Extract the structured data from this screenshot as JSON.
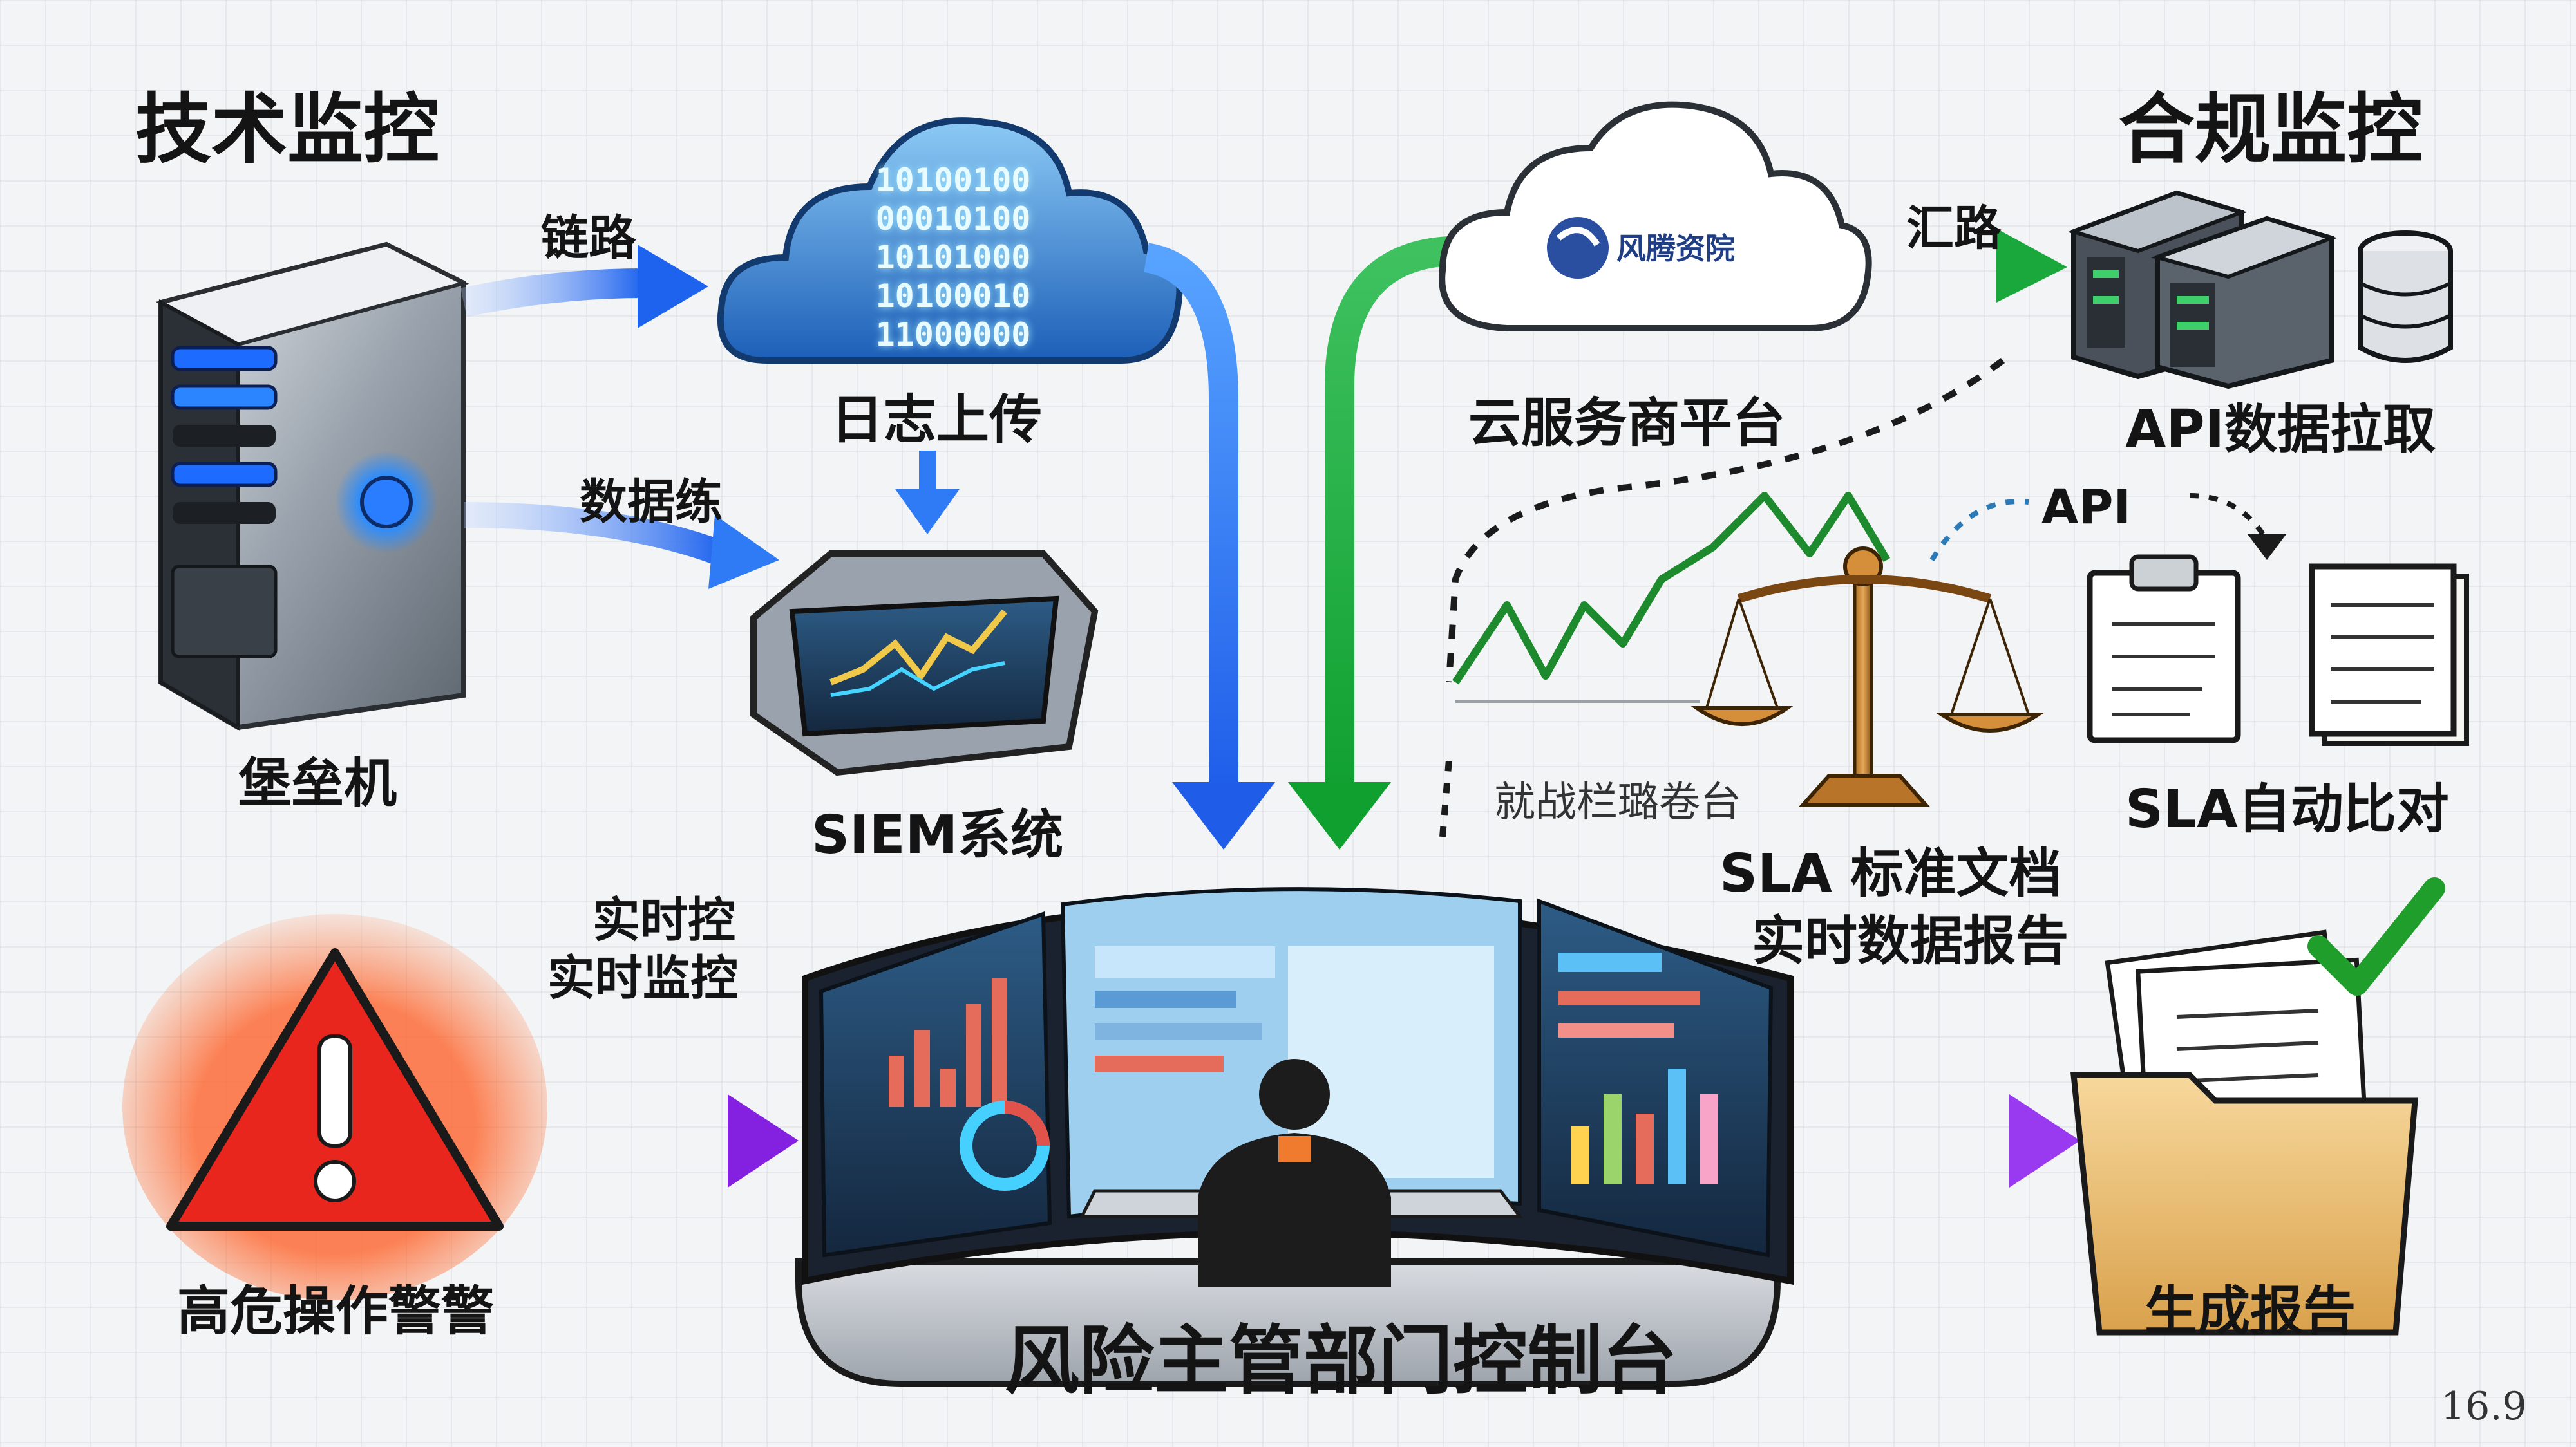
{
  "sections": {
    "technical": "技术监控",
    "compliance": "合规监控"
  },
  "nodes": {
    "bastion": "堡垒机",
    "log_upload": "日志上传",
    "siem": "SIEM系统",
    "cloud_platform": "云服务商平台",
    "api_pull": "API数据拉取",
    "sla_docs": "SLA 标准文档",
    "realtime_report": "实时数据报告",
    "sla_compare": "SLA自动比对",
    "high_risk_alert": "高危操作警警",
    "generate_report": "生成报告",
    "console": "风险主管部门控制台"
  },
  "edges": {
    "link": "链路",
    "data_link": "数据练",
    "aggregate": "汇路",
    "api": "API",
    "realtime_ctrl": "实时控",
    "realtime_monitor": "实时监控",
    "platform_caption": "就战栏璐卷台"
  },
  "cloud_binary": "10100100\n00010100\n10101000\n10100010\n11000000",
  "cloud_logo_text": "风腾资院",
  "page_number": "16.9",
  "colors": {
    "blue_arrow": "#2f6ff0",
    "green_arrow": "#19a83a",
    "purple_arrow": "#8a2be2",
    "alert_red": "#e8261d"
  }
}
